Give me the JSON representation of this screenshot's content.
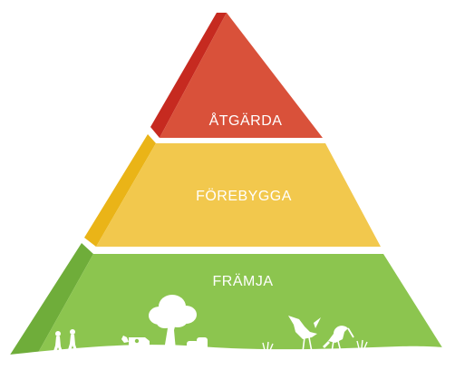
{
  "pyramid": {
    "tiers": [
      {
        "label": "ÅTGÄRDA",
        "face": "#d9513a",
        "side": "#c62a20"
      },
      {
        "label": "FÖREBYGGA",
        "face": "#f2c84d",
        "side": "#eab417"
      },
      {
        "label": "FRÄMJA",
        "face": "#8cc54f",
        "side": "#6fad3a"
      }
    ],
    "footer_scene": {
      "ground_color": "#ffffff",
      "icons": [
        "walking-people-icon",
        "cow-icon",
        "tree-icon",
        "bale-icon",
        "crane-bird-icon",
        "crane-bird-icon"
      ]
    }
  }
}
